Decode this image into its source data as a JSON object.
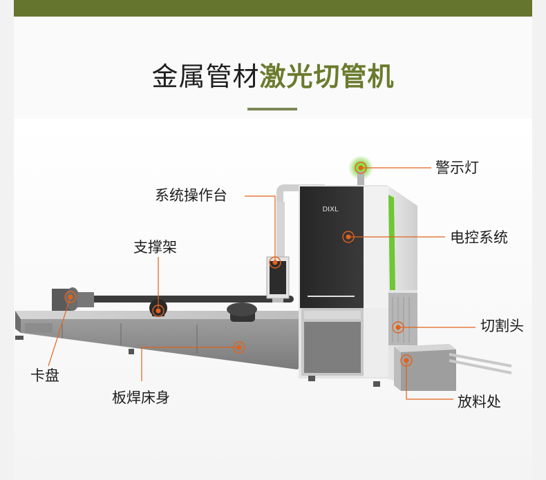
{
  "header": {
    "title_plain": "金属管材",
    "title_accent": "激光切管机"
  },
  "colors": {
    "brand": "#65752d",
    "accent_text": "#6a7b2e",
    "marker": "#e2621b",
    "beacon": "#7ad33a"
  },
  "machine": {
    "logo_text": "DIXL",
    "callouts": [
      {
        "id": "warning-light",
        "label": "警示灯"
      },
      {
        "id": "control-console",
        "label": "系统操作台"
      },
      {
        "id": "electrical-cabinet",
        "label": "电控系统"
      },
      {
        "id": "support-frame",
        "label": "支撑架"
      },
      {
        "id": "cutting-head",
        "label": "切割头"
      },
      {
        "id": "chuck",
        "label": "卡盘"
      },
      {
        "id": "welded-bed",
        "label": "板焊床身"
      },
      {
        "id": "unloading-area",
        "label": "放料处"
      }
    ]
  }
}
